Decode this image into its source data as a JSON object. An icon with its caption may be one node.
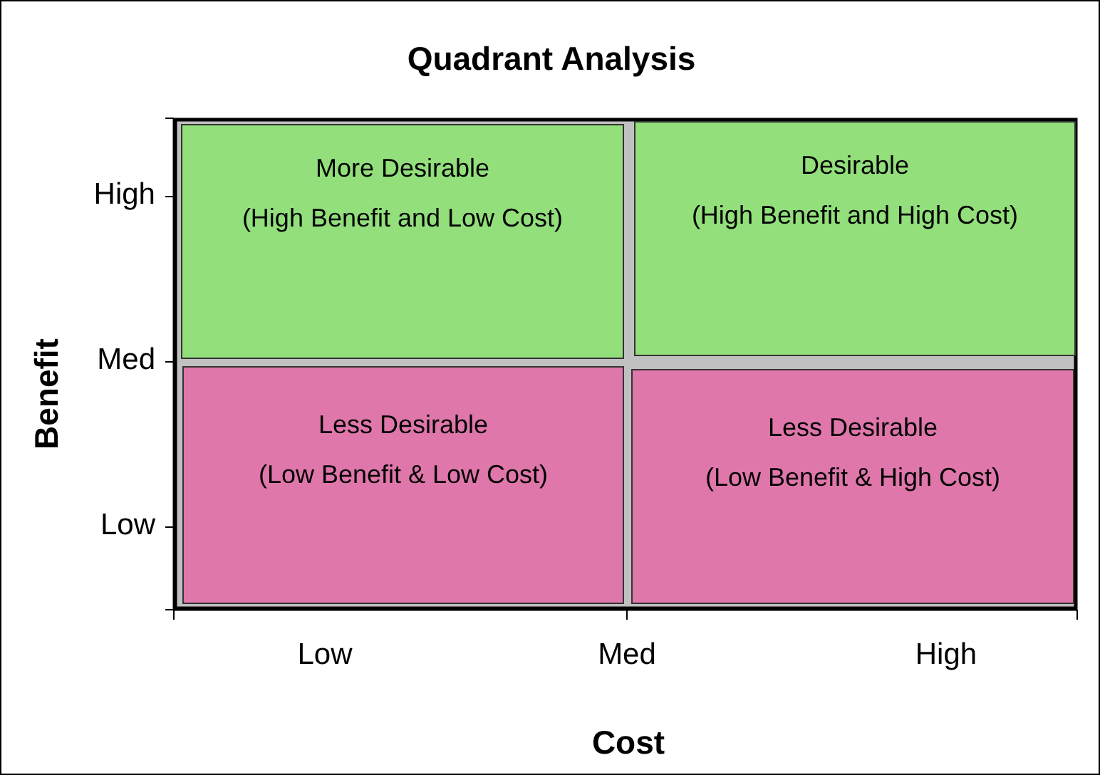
{
  "diagram": {
    "title": "Quadrant Analysis",
    "nodes": [
      {
        "text": [
          "More Desirable",
          "(High Benefit and Low Cost)"
        ]
      },
      {
        "text": [
          "Desirable",
          "(High Benefit and High Cost)"
        ]
      },
      {
        "text": [
          "Less Desirable",
          "(Low Benefit & Low Cost)"
        ]
      },
      {
        "text": [
          "Less Desirable",
          "(Low Benefit & High Cost)"
        ]
      }
    ],
    "labels": [
      "High",
      "Med",
      "Low",
      "Low",
      "Med",
      "High",
      "Benefit",
      "Cost"
    ]
  }
}
